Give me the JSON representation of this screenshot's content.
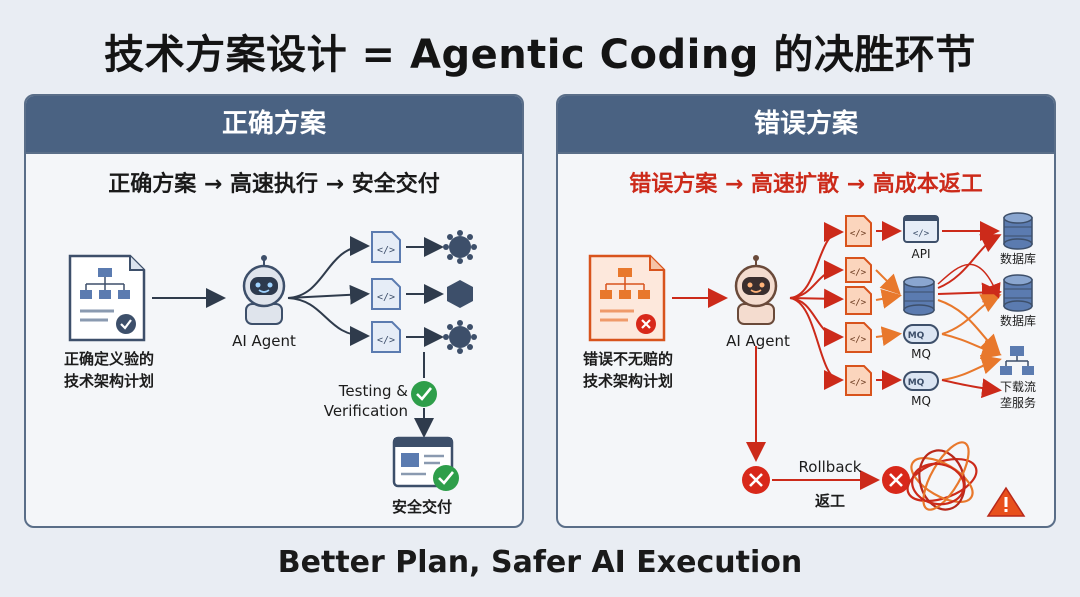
{
  "title": "技术方案设计 = Agentic Coding 的决胜环节",
  "footer": "Better Plan, Safer AI Execution",
  "left": {
    "header": "正确方案",
    "flow": "正确方案 → 高速执行 → 安全交付",
    "doc_label_1": "正确定义验的",
    "doc_label_2": "技术架构计划",
    "agent_label": "AI Agent",
    "testing_label_1": "Testing &",
    "testing_label_2": "Verification",
    "delivery_label": "安全交付",
    "code_icon": "</>"
  },
  "right": {
    "header": "错误方案",
    "flow": "错误方案 → 高速扩散 → 高成本返工",
    "doc_label_1": "错误不无赔的",
    "doc_label_2": "技术架构计划",
    "agent_label": "AI Agent",
    "api_label": "API",
    "mq_label_1": "MQ",
    "mq_label_2": "MQ",
    "mq_badge_1": "MQ",
    "mq_badge_2": "MQ",
    "db_label_1": "数据库",
    "db_label_2": "数据库",
    "service_label_1": "下载流",
    "service_label_2": "垄服务",
    "rollback_label": "Rollback",
    "rework_label": "返工",
    "code_icon": "</>"
  },
  "colors": {
    "header_bg": "#4a6282",
    "wrong_red": "#cc2a1a",
    "orange": "#e8782c",
    "blue_icon": "#5b7bb0",
    "success_green": "#2e9e4a"
  }
}
